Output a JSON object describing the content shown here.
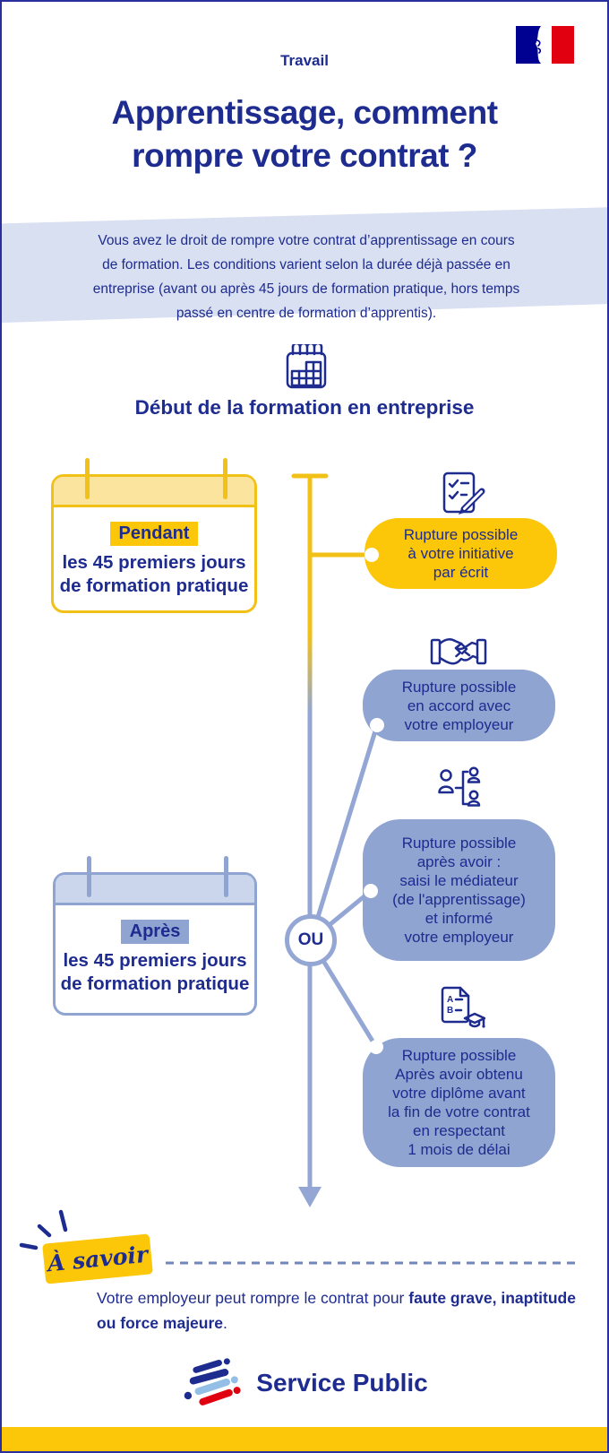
{
  "colors": {
    "navy": "#1e2b8f",
    "gold": "#fcc609",
    "gold-border": "#f2c117",
    "gold-light": "#fbe49d",
    "steel": "#8fa4d1",
    "steel-line": "#93a6d4",
    "steel-light": "#cbd5ec",
    "band": "#d9e0f1",
    "dash": "#7086bd",
    "red": "#e1000f",
    "flag-blue": "#000091",
    "sky": "#93bfe6"
  },
  "header": {
    "ministry": "Travail",
    "title": "Apprentissage, comment\nrompre votre contrat ?"
  },
  "intro": {
    "text": "Vous avez le droit de rompre votre contrat d’apprentissage en cours\nde formation. Les conditions varient selon la durée déjà passée en\nentreprise (avant ou après 45 jours de formation pratique, hors temps\npassé en centre de formation d’apprentis)."
  },
  "timeline": {
    "section_title": "Début de la formation en entreprise",
    "section_icon": "calendar-icon",
    "connector_label": "OU",
    "period_cards": [
      {
        "highlight": "Pendant",
        "rest": "les 45 premiers jours",
        "rest2": "de formation pratique",
        "theme": "yellow"
      },
      {
        "highlight": "Après",
        "rest": "les 45 premiers jours",
        "rest2": "de formation pratique",
        "theme": "blue"
      }
    ],
    "outcomes": [
      {
        "icon": "checklist-pencil-icon",
        "theme": "yellow",
        "text": "Rupture possible\nà votre initiative\npar écrit"
      },
      {
        "icon": "handshake-icon",
        "theme": "blue",
        "text": "Rupture possible\nen accord avec\nvotre employeur"
      },
      {
        "icon": "mediator-icon",
        "theme": "blue",
        "text": "Rupture possible\naprès avoir :\nsaisi le médiateur\n(de l'apprentissage)\net informé\nvotre employeur"
      },
      {
        "icon": "graduation-document-icon",
        "theme": "blue",
        "text": "Rupture possible\nAprès avoir obtenu\nvotre diplôme avant\nla fin de votre contrat\nen respectant\n1 mois de délai"
      }
    ]
  },
  "note": {
    "label": "À savoir",
    "text_normal": "Votre employeur peut rompre le contrat pour ",
    "text_bold": "faute grave, inaptitude ou force majeure",
    "text_end": "."
  },
  "footer": {
    "brand": "Service Public"
  }
}
